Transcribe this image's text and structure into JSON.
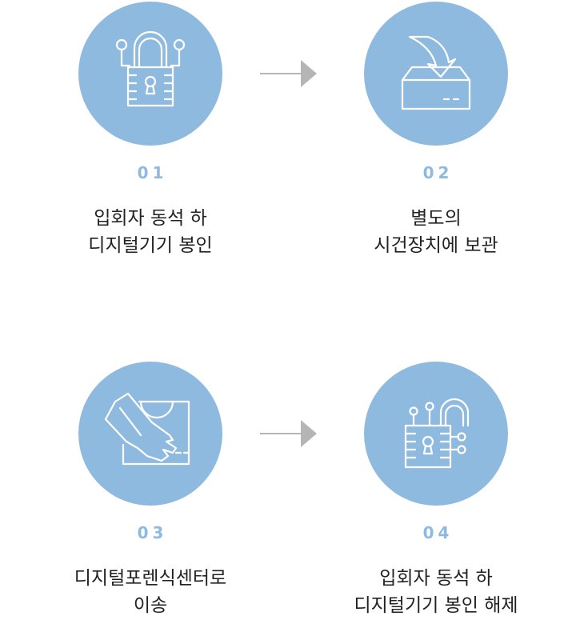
{
  "steps": [
    {
      "number": "01",
      "label_lines": [
        "입회자 동석 하",
        "디지털기기 봉인"
      ],
      "icon": "lock-circuit-icon"
    },
    {
      "number": "02",
      "label_lines": [
        "별도의",
        "시건장치에 보관"
      ],
      "icon": "box-arrow-in-icon"
    },
    {
      "number": "03",
      "label_lines": [
        "디지털포렌식센터로",
        "이송"
      ],
      "icon": "hand-carry-box-icon"
    },
    {
      "number": "04",
      "label_lines": [
        "입회자 동석 하",
        "디지털기기 봉인 해제"
      ],
      "icon": "unlock-circuit-icon"
    }
  ],
  "colors": {
    "circle": "#8fbadf",
    "arrow": "#b5b5b5",
    "text": "#222222"
  }
}
